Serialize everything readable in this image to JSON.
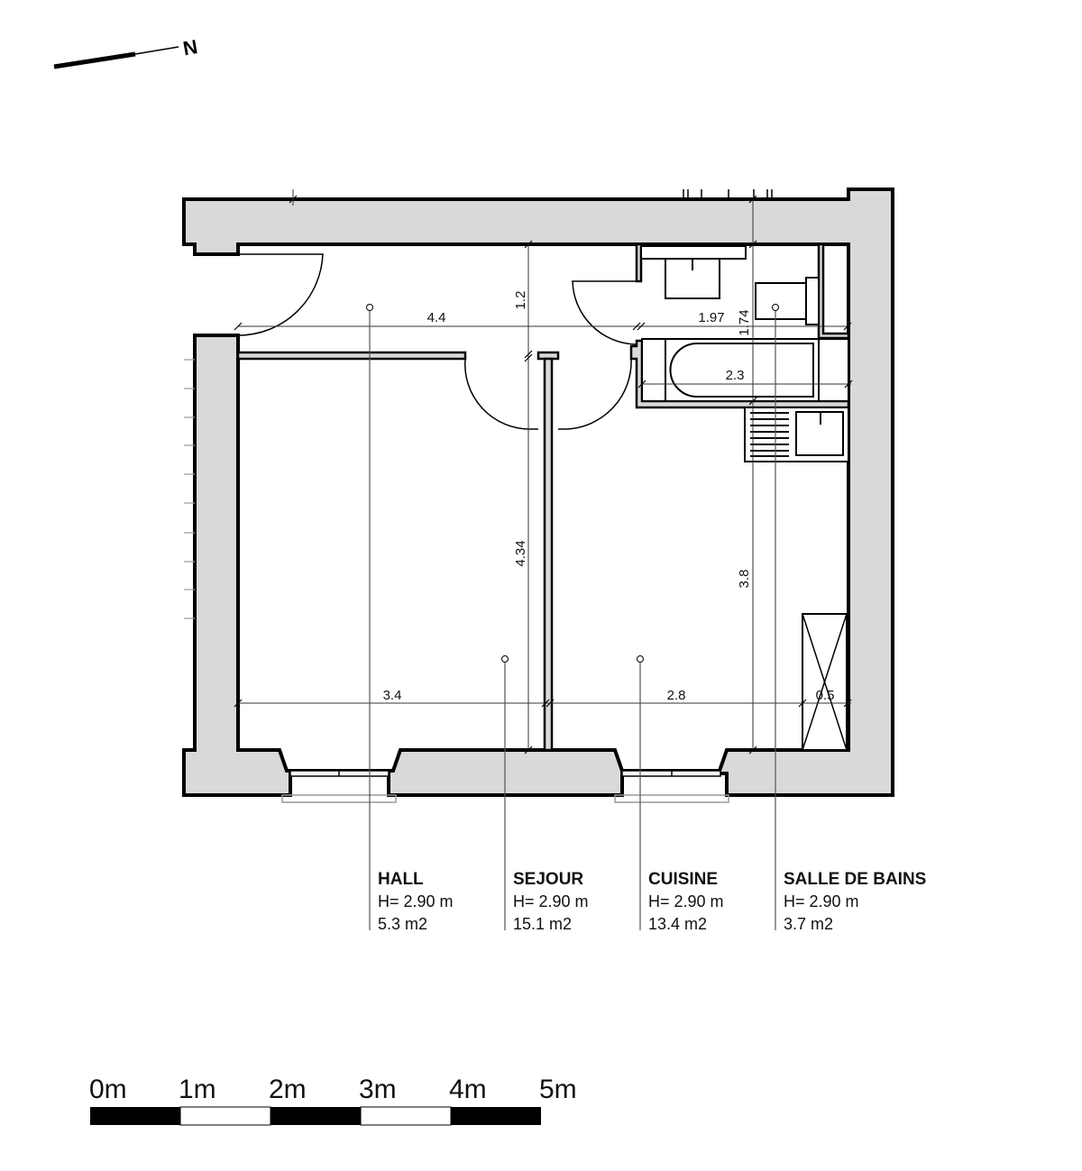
{
  "north_arrow": {
    "label": "N",
    "icon": "north-arrow-icon"
  },
  "dimensions": {
    "hall_width": "4.4",
    "hall_depth": "1.2",
    "bath_width": "1.97",
    "bath_depth": "1.74",
    "tub_length": "2.3",
    "sejour_depth": "4.34",
    "cuisine_depth": "3.8",
    "sejour_width": "3.4",
    "cuisine_width": "2.8",
    "closet_width": "0.5"
  },
  "rooms": [
    {
      "name": "HALL",
      "height": "H= 2.90 m",
      "area": "5.3 m2"
    },
    {
      "name": "SEJOUR",
      "height": "H= 2.90 m",
      "area": "15.1 m2"
    },
    {
      "name": "CUISINE",
      "height": "H= 2.90 m",
      "area": "13.4 m2"
    },
    {
      "name": "SALLE DE BAINS",
      "height": "H= 2.90 m",
      "area": "3.7 m2"
    }
  ],
  "scale_bar": {
    "labels": [
      "0m",
      "1m",
      "2m",
      "3m",
      "4m",
      "5m"
    ],
    "colors": {
      "dark": "#000000",
      "light": "#ffffff"
    }
  },
  "colors": {
    "wall_fill": "#d9d9d9",
    "line": "#000000",
    "background": "#ffffff"
  }
}
